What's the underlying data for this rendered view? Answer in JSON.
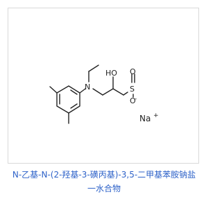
{
  "figure": {
    "atoms": {
      "n": "N",
      "oh": "HO",
      "s": "S",
      "o_top": "O",
      "o_bottom": "O",
      "o_minus": "-",
      "na": "Na",
      "plus": "+"
    }
  },
  "caption": {
    "line1": "N-乙基-N-(2-羟基-3-磺丙基)-3,5-二甲基苯胺钠盐",
    "line2": "一水合物"
  }
}
